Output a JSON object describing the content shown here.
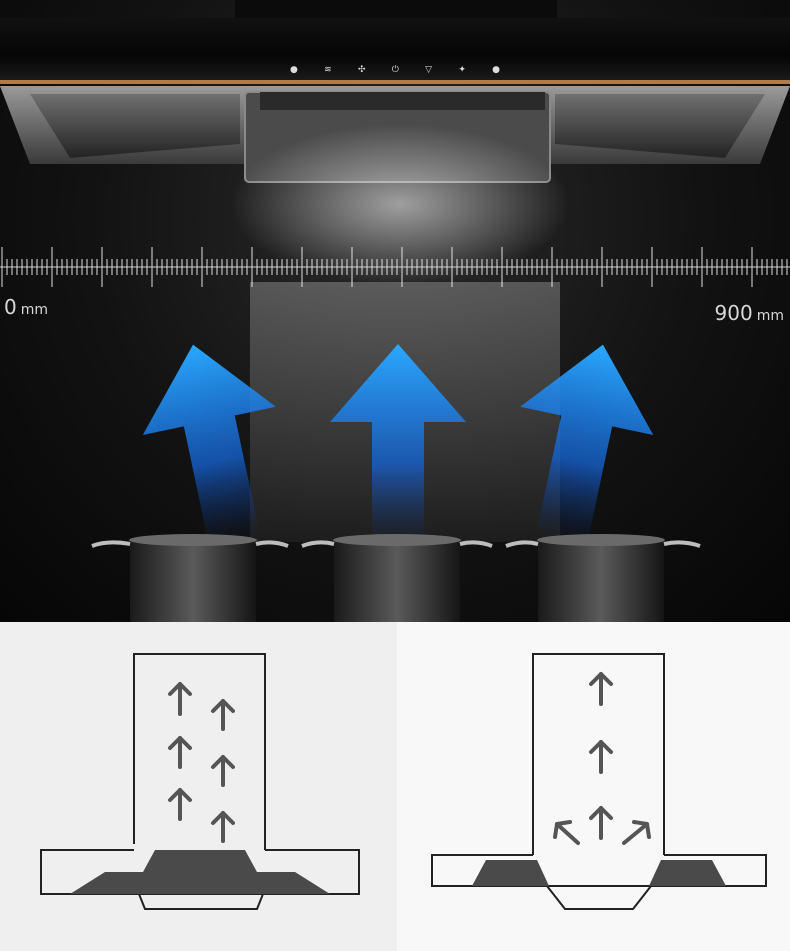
{
  "control_icons": [
    "power-dot",
    "wifi-icon",
    "fan-icon",
    "power-icon",
    "speed-icon",
    "light-icon",
    "status-dot"
  ],
  "scale": {
    "start_value": "0",
    "end_value": "900",
    "unit": "mm"
  },
  "colors": {
    "accent_trim": "#b07a4a",
    "arrow_blue": "#1e90ff",
    "diagram_arrow": "#555555",
    "diagram_dark": "#4a4a4a"
  }
}
